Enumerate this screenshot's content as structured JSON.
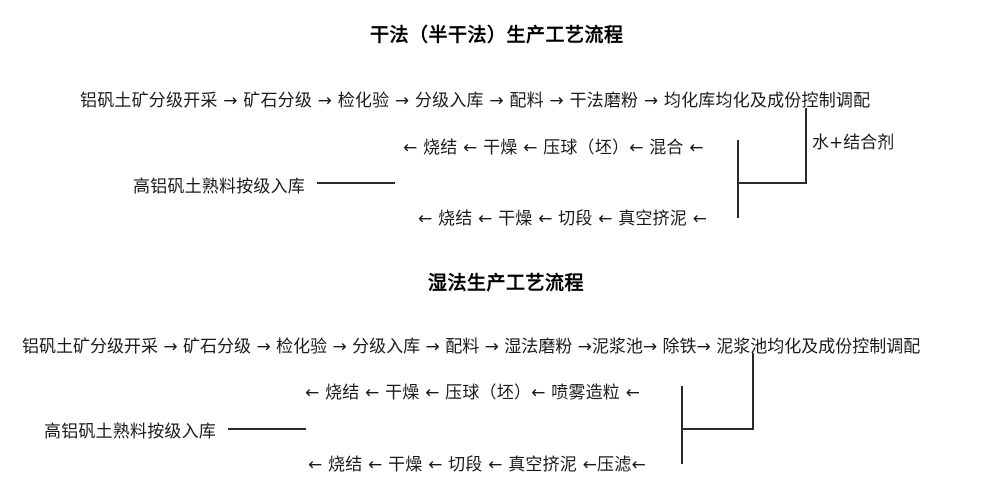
{
  "document": {
    "language": "zh-CN",
    "background_color": "#ffffff",
    "text_color": "#1a1a1a",
    "line_color": "#2b2b2b"
  },
  "dry_process": {
    "title": "干法（半干法）生产工艺流程",
    "row1": "铝矾土矿分级开采 → 矿石分级 → 检化验 → 分级入库 → 配料 → 干法磨粉 → 均化库均化及成份控制调配",
    "row2": "← 烧结 ← 干燥 ← 压球（坯）← 混合 ←",
    "row3": "高铝矾土熟料按级入库",
    "row4": "← 烧结 ← 干燥 ← 切段 ← 真空挤泥 ←",
    "additive_label": "水+结合剂"
  },
  "wet_process": {
    "title": "湿法生产工艺流程",
    "row1": "铝矾土矿分级开采 → 矿石分级 → 检化验 → 分级入库 → 配料 → 湿法磨粉 →泥浆池→ 除铁→ 泥浆池均化及成份控制调配",
    "row2": "← 烧结 ← 干燥 ← 压球（坯）← 喷雾造粒 ←",
    "row3": "高铝矾土熟料按级入库",
    "row4": "← 烧结 ← 干燥 ← 切段 ← 真空挤泥 ←压滤←"
  }
}
